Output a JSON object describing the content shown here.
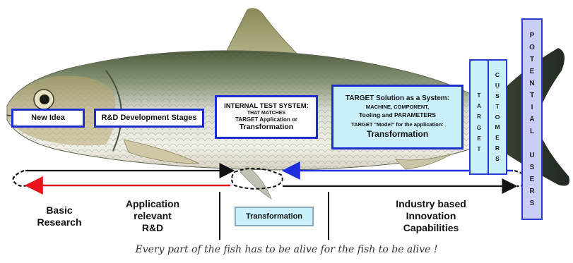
{
  "boxes": {
    "new_idea": "New Idea",
    "rd_stages": "R&D Development Stages",
    "internal_test": {
      "line1": "INTERNAL TEST SYSTEM:",
      "line2": "THAT MATCHES",
      "line3": "TARGET Application or",
      "line4": "Transformation"
    },
    "target_solution": {
      "line1": "TARGET Solution as a System:",
      "line2": "MACHINE, COMPONENT,",
      "line3": "Tooling and  PARAMETERS",
      "line4": "TARGET \"Model\" for the application:",
      "line5": "Transformation"
    },
    "transformation": "Transformation"
  },
  "vertical_labels": {
    "target": [
      "T",
      "A",
      "R",
      "G",
      "E",
      "T"
    ],
    "customers": [
      "C",
      "U",
      "S",
      "T",
      "O",
      "M",
      "E",
      "R",
      "S"
    ],
    "potential_users": [
      "P",
      "O",
      "T",
      "E",
      "N",
      "T",
      "I",
      "A",
      "L",
      "",
      "U",
      "S",
      "E",
      "R",
      "S"
    ]
  },
  "stages": {
    "basic_research": [
      "Basic",
      "Research"
    ],
    "application_rd": [
      "Application",
      "relevant",
      "R&D"
    ],
    "industry": [
      "Industry based",
      "Innovation",
      "Capabilities"
    ]
  },
  "caption": "Every part of the fish has to be alive for the fish to be alive !",
  "colors": {
    "box_border": "#1d2ccc",
    "light_fill": "#c9f0fb",
    "vert_fill": "#c9cdf7",
    "arrow_black": "#111111",
    "arrow_red": "#e8141c",
    "arrow_blue": "#1f2fe0"
  }
}
